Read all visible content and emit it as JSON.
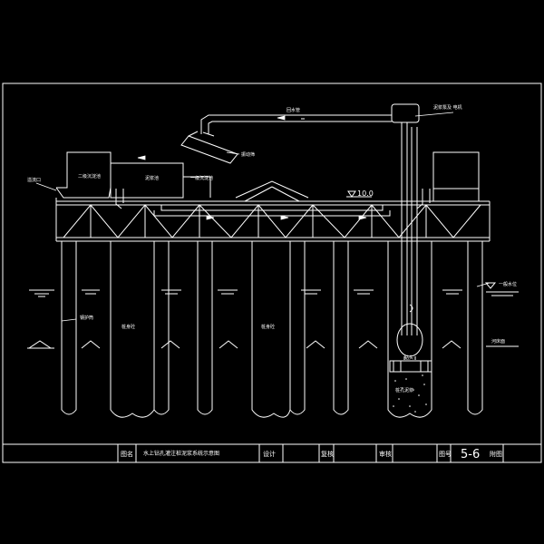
{
  "drawing": {
    "elevation_label": "10.0",
    "section_label": "5-6",
    "labels": {
      "return_pipe": "回水管",
      "pump_motor": "泥浆泵及\n电机",
      "sedimentation_tank": "二级沉淀池",
      "mud_pit": "泥浆池",
      "screen": "一级沉淀池",
      "vibrating_screen": "振动筛",
      "overflow": "溢流口",
      "steel_casing": "钢护筒",
      "pile_left": "桩身砼",
      "pile_mid": "桩身砼",
      "water_level": "一般水位",
      "riverbed": "河床面",
      "drill_bit": "钻头",
      "pile_hole": "桩孔泥浆"
    }
  },
  "title_block": {
    "drawing_name_label": "图名",
    "drawing_name": "水上钻孔灌注桩泥浆系统示意图",
    "design_label": "设计",
    "check_label": "复核",
    "review_label": "审核",
    "sheet_label": "图号",
    "sheet_number": "5-6",
    "sheet_suffix": "附图"
  }
}
